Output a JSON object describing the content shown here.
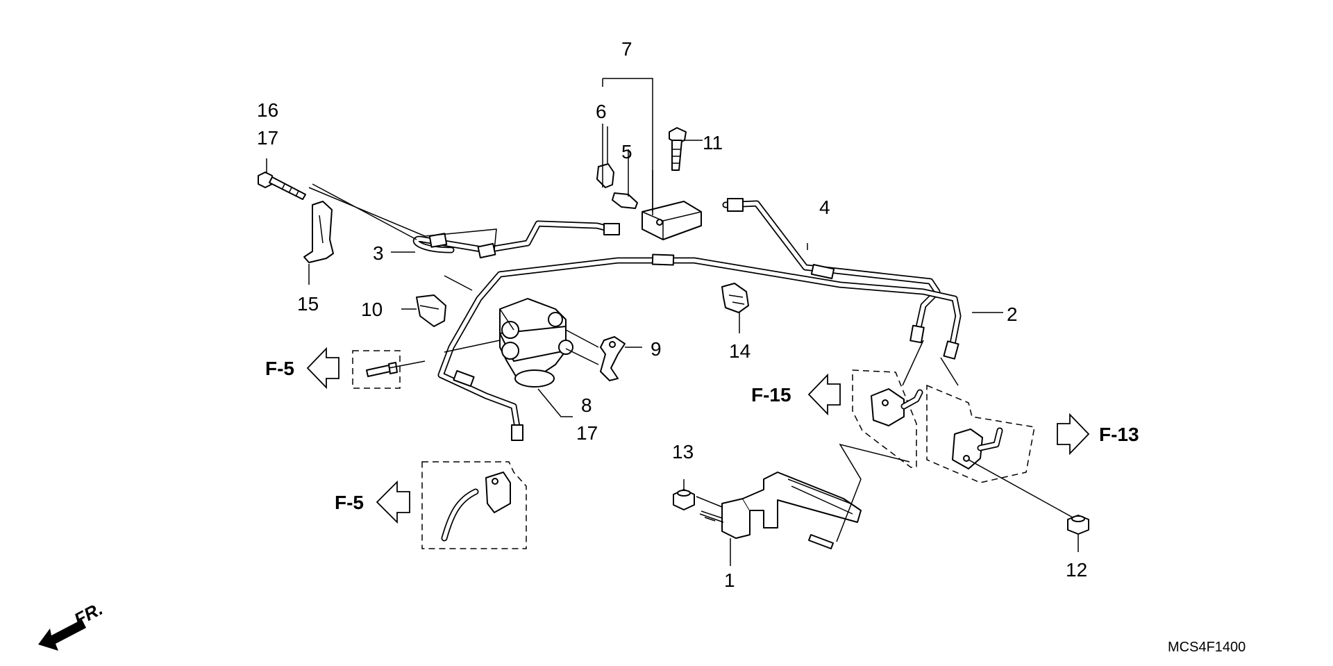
{
  "diagram": {
    "callouts": {
      "c1": "1",
      "c2": "2",
      "c3": "3",
      "c4": "4",
      "c5": "5",
      "c6": "6",
      "c7": "7",
      "c8": "8",
      "c9": "9",
      "c10": "10",
      "c11": "11",
      "c12": "12",
      "c13": "13",
      "c14": "14",
      "c15": "15",
      "c16": "16",
      "c17a": "17",
      "c17b": "17"
    },
    "references": {
      "f5_left": "F-5",
      "f5_lower": "F-5",
      "f15": "F-15",
      "f13": "F-13"
    },
    "front_marker": "FR.",
    "diagram_code": "MCS4F1400"
  }
}
